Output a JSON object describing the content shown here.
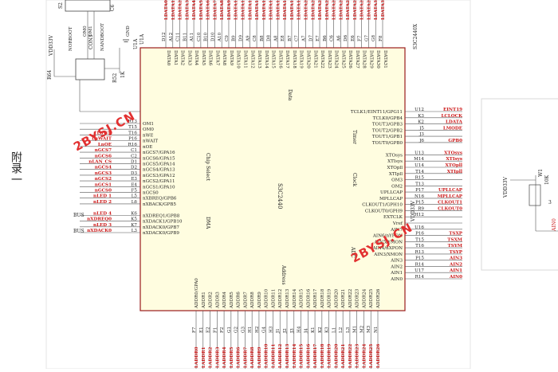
{
  "page": {
    "side_caption": "附录一",
    "watermark": "2BYSJ.CN"
  },
  "chip": {
    "label": "S3C2440",
    "ref": "U1A",
    "part_name": "S3C2440X",
    "sections": {
      "data": "Data",
      "chip_select": "Chip Select",
      "clock": "Clock",
      "timer": "Timer",
      "dma": "DMA",
      "address": "Address",
      "adc": "ADC"
    }
  },
  "top_pins": {
    "names": [
      "DATA0",
      "DATA1",
      "DATA2",
      "DATA3",
      "DATA4",
      "DATA5",
      "DATA6",
      "DATA7",
      "DATA8",
      "DATA9",
      "DATA10",
      "DATA11",
      "DATA12",
      "DATA13",
      "DATA14",
      "DATA15",
      "DATA16",
      "DATA17",
      "DATA18",
      "DATA19",
      "DATA20",
      "DATA21",
      "DATA22",
      "DATA23",
      "DATA24",
      "DATA25",
      "DATA26",
      "DATA27",
      "DATA28",
      "DATA29",
      "DATA30",
      "DATA31"
    ],
    "balls": [
      "D12",
      "A12",
      "C11",
      "B11",
      "A11",
      "C10",
      "B10",
      "D10",
      "A10",
      "C9",
      "B9",
      "D9",
      "A9",
      "C8",
      "B8",
      "D8",
      "A8",
      "E8",
      "B7",
      "C7",
      "A7",
      "D7",
      "E7",
      "B6",
      "C6",
      "A6",
      "D6",
      "E6",
      "F7",
      "G7",
      "G8",
      "F8"
    ],
    "nets": [
      "LDATA0",
      "LDATA1",
      "LDATA2",
      "LDATA3",
      "LDATA4",
      "LDATA5",
      "LDATA6",
      "LDATA7",
      "LDATA8",
      "LDATA9",
      "LDATA10",
      "LDATA11",
      "LDATA12",
      "LDATA13",
      "LDATA14",
      "LDATA15",
      "LDATA16",
      "LDATA17",
      "LDATA18",
      "LDATA19",
      "LDATA20",
      "LDATA21",
      "LDATA22",
      "LDATA23",
      "LDATA24",
      "LDATA25",
      "LDATA26",
      "LDATA27",
      "LDATA28",
      "LDATA29",
      "LDATA30",
      "LDATA31"
    ]
  },
  "bottom_pins": {
    "names": [
      "ADDR0/GPA0",
      "ADDR1",
      "ADDR2",
      "ADDR3",
      "ADDR4",
      "ADDR5",
      "ADDR6",
      "ADDR7",
      "ADDR8",
      "ADDR9",
      "ADDR10",
      "ADDR11",
      "ADDR12",
      "ADDR13",
      "ADDR14",
      "ADDR15",
      "ADDR16",
      "ADDR17",
      "ADDR18",
      "ADDR19",
      "ADDR20",
      "ADDR21",
      "ADDR22",
      "ADDR23",
      "ADDR24",
      "ADDR25",
      "ADDR26"
    ],
    "balls": [
      "F7",
      "E1",
      "E2",
      "F1",
      "F2",
      "G1",
      "G2",
      "G3",
      "H1",
      "H2",
      "G4",
      "H3",
      "J1",
      "J2",
      "J3",
      "H4",
      "J4",
      "K1",
      "K2",
      "K3",
      "L1",
      "L2",
      "L3",
      "M1",
      "M2",
      "M3",
      "N1"
    ],
    "nets": [
      "LADDR0",
      "LADDR1",
      "LADDR2",
      "LADDR3",
      "LADDR4",
      "LADDR5",
      "LADDR6",
      "LADDR7",
      "LADDR8",
      "LADDR9",
      "LADDR10",
      "LADDR11",
      "LADDR12",
      "LADDR13",
      "LADDR14",
      "LADDR15",
      "LADDR16",
      "LADDR17",
      "LADDR18",
      "LADDR19",
      "LADDR20",
      "LADDR21",
      "LADDR22",
      "LADDR23",
      "LADDR24",
      "LADDR25",
      "LADDR26"
    ]
  },
  "left_pins": [
    {
      "name": "OM1",
      "ball": "R13",
      "net": ""
    },
    {
      "name": "OM0",
      "ball": "T15",
      "net": ""
    },
    {
      "name": "nWE",
      "ball": "T16",
      "net": "LnWE"
    },
    {
      "name": "nWAIT",
      "ball": "P16",
      "net": "LnWAIT"
    },
    {
      "name": "nOE",
      "ball": "R16",
      "net": "LnOE"
    },
    {
      "name": "nGCS7/GPA16",
      "ball": "C1",
      "net": "nGCS7"
    },
    {
      "name": "nGCS6/GPA15",
      "ball": "C2",
      "net": "nGCS6"
    },
    {
      "name": "nGCS5/GPA14",
      "ball": "D1",
      "net": "nLAN_CS"
    },
    {
      "name": "nGCS4/GPA13",
      "ball": "D2",
      "net": "nGCS4"
    },
    {
      "name": "nGCS3/GPA12",
      "ball": "D3",
      "net": "nGCS3"
    },
    {
      "name": "nGCS2/GPA11",
      "ball": "E3",
      "net": "nGCS2"
    },
    {
      "name": "nGCS1/GPA10",
      "ball": "E4",
      "net": "nGCS1"
    },
    {
      "name": "nGCS0",
      "ball": "F5",
      "net": "nGCS0"
    },
    {
      "name": "nXBREQ/GPB6",
      "ball": "L5",
      "net": "nLED 1"
    },
    {
      "name": "nXBACK/GPB5",
      "ball": "L6",
      "net": "nLED 2"
    },
    {
      "name": "",
      "ball": "",
      "net": ""
    },
    {
      "name": "nXDREQ1/GPB8",
      "ball": "K6",
      "net": "nLED 4"
    },
    {
      "name": "nXDACK1/GPB10",
      "ball": "K5",
      "net": "nXDREQ0"
    },
    {
      "name": "nXDACK0/GPB7",
      "ball": "K7",
      "net": "nLED 3"
    },
    {
      "name": "nXDACK0/GPB9",
      "ball": "L3",
      "net": "nXDACK0"
    }
  ],
  "left_bus_labels": [
    "BUS",
    "BUS"
  ],
  "right_pins": [
    {
      "name": "TCLK1/EINT11/GPG11",
      "ball": "U12",
      "net": "EINT19"
    },
    {
      "name": "TCLK0/GPB4",
      "ball": "K3",
      "net": "LCLOCK"
    },
    {
      "name": "TOUT3/GPB3",
      "ball": "K2",
      "net": "LDATA"
    },
    {
      "name": "TOUT2/GPB2",
      "ball": "J5",
      "net": "LMODE"
    },
    {
      "name": "TOUT1/GPB1",
      "ball": "J3",
      "net": ""
    },
    {
      "name": "TOUT0/GPB0",
      "ball": "J6",
      "net": "GPB0"
    },
    {
      "name": "",
      "ball": "",
      "net": ""
    },
    {
      "name": "XTOsys",
      "ball": "U13",
      "net": "XTOsys"
    },
    {
      "name": "XTIsys",
      "ball": "M14",
      "net": "XTIsys"
    },
    {
      "name": "XTOpll",
      "ball": "U14",
      "net": "XTOpll"
    },
    {
      "name": "XTIpll",
      "ball": "T14",
      "net": "XTIpll"
    },
    {
      "name": "OM3",
      "ball": "R15",
      "net": ""
    },
    {
      "name": "OM2",
      "ball": "T13",
      "net": ""
    },
    {
      "name": "UPLLCAP",
      "ball": "P17",
      "net": "UPLLCAP"
    },
    {
      "name": "MPLLCAP",
      "ball": "N16",
      "net": "MPLLCAP"
    },
    {
      "name": "CLKOUT1/GPH10",
      "ball": "P15",
      "net": "CLKOUT1"
    },
    {
      "name": "CLKOUT0/GPH9",
      "ball": "R9",
      "net": "CLKOUT0"
    },
    {
      "name": "EXTCLK",
      "ball": "H12",
      "net": ""
    },
    {
      "name": "Vref",
      "ball": "",
      "net": ""
    },
    {
      "name": "AIN7",
      "ball": "U16",
      "net": ""
    },
    {
      "name": "AIN6/nYPON",
      "ball": "P16",
      "net": "TSXP"
    },
    {
      "name": "AIN5/YMON",
      "ball": "T15",
      "net": "TSXM"
    },
    {
      "name": "AIN4/nXPON",
      "ball": "T16",
      "net": "TSYM"
    },
    {
      "name": "AIN3/XMON",
      "ball": "R13",
      "net": "TSYP"
    },
    {
      "name": "AIN3",
      "ball": "P15",
      "net": "AIN3"
    },
    {
      "name": "AIN2",
      "ball": "R14",
      "net": "AIN2"
    },
    {
      "name": "AIN1",
      "ball": "U17",
      "net": "AIN1"
    },
    {
      "name": "AIN0",
      "ball": "R14",
      "net": "AIN0"
    }
  ],
  "right_extra": {
    "vdd_net": "VDD33V"
  },
  "upper_left": {
    "switch": "S2",
    "capacitor": "C6",
    "vdd": "VDD33V",
    "r_top": "R64",
    "r_bottom": "R52",
    "r_value": "1K",
    "connector": "CON3",
    "om0": "OM0",
    "om1": "OM1",
    "nandboot": "NANDBOOT",
    "norboot": "NORBOOT",
    "gnd": "GND",
    "u1a": "U1A"
  },
  "right_panel": {
    "vdd": "VDD33V",
    "part": "W1",
    "value": "10K",
    "pin": "3",
    "net": "AIN0"
  }
}
